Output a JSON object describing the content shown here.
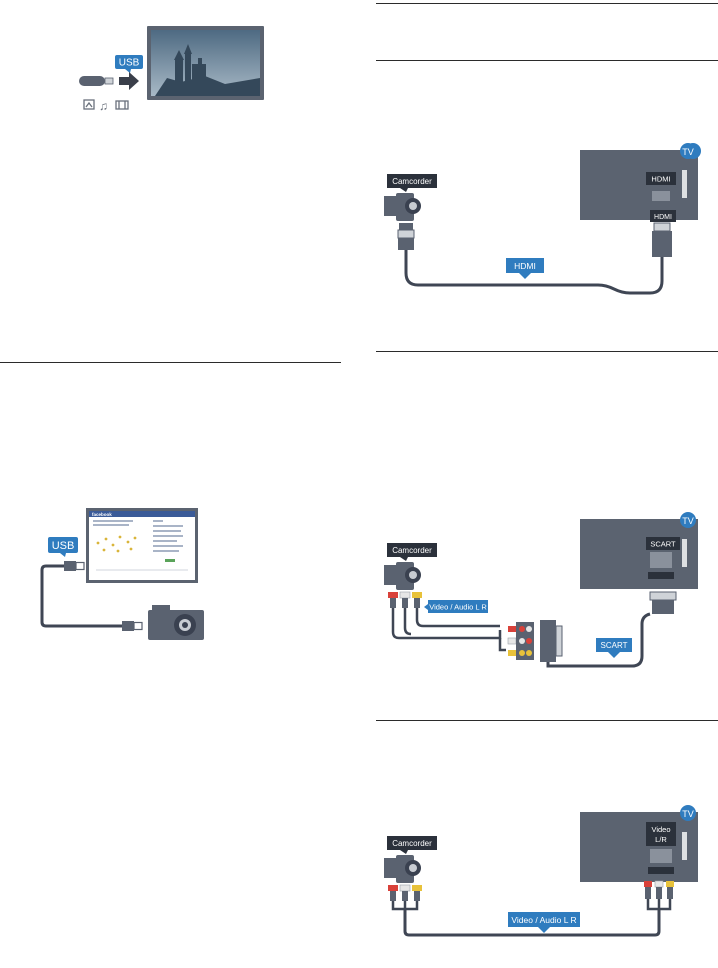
{
  "usb_tv": {
    "usb_label": "USB"
  },
  "usb_camera": {
    "usb_label": "USB",
    "site_name": "facebook"
  },
  "hdmi_diagram": {
    "tv_label": "TV",
    "port_label": "HDMI",
    "plug_label": "HDMI",
    "cable_label": "HDMI",
    "device_label": "Camcorder"
  },
  "scart_diagram": {
    "tv_label": "TV",
    "port_label": "SCART",
    "cable_label": "SCART",
    "av_label": "Video / Audio L R",
    "device_label": "Camcorder"
  },
  "av_diagram": {
    "tv_label": "TV",
    "port_label_line1": "Video",
    "port_label_line2": "L/R",
    "cable_label": "Video / Audio L R",
    "device_label": "Camcorder"
  },
  "colors": {
    "badge_blue": "#2f7cbf",
    "slate": "#5a6270",
    "cable": "#3f4654",
    "rca_red": "#d9413a",
    "rca_white": "#e6e6e6",
    "rca_yellow": "#e8c23a"
  }
}
